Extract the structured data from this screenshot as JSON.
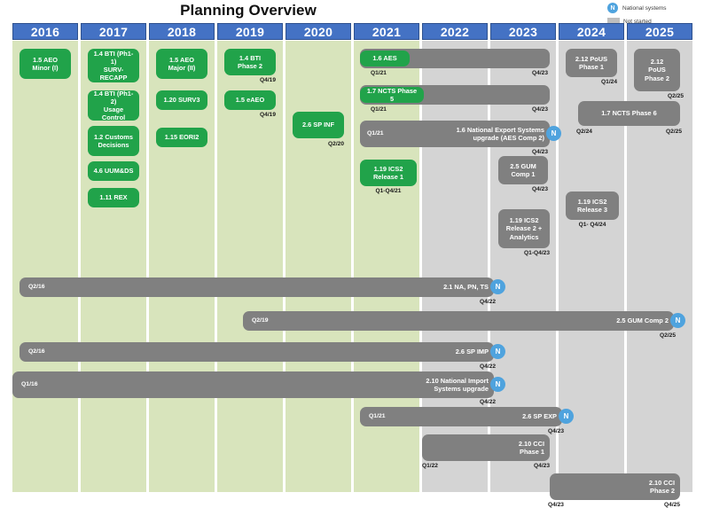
{
  "title": "Planning Overview",
  "colors": {
    "header_blue": "#4472C4",
    "green": "#21A34A",
    "grey": "#808080",
    "col_green_bg": "#D8E4BC",
    "col_grey_bg": "#D4D4D4",
    "national_blue": "#4FA3DE"
  },
  "legend": {
    "national_badge": "N",
    "national_label": "National systems",
    "notstarted_label": "Not started"
  },
  "columns": [
    {
      "year": "2016",
      "bg": "green"
    },
    {
      "year": "2017",
      "bg": "green"
    },
    {
      "year": "2018",
      "bg": "green"
    },
    {
      "year": "2019",
      "bg": "green"
    },
    {
      "year": "2020",
      "bg": "green"
    },
    {
      "year": "2021",
      "bg": "green"
    },
    {
      "year": "2022",
      "bg": "grey"
    },
    {
      "year": "2023",
      "bg": "grey"
    },
    {
      "year": "2024",
      "bg": "grey"
    },
    {
      "year": "2025",
      "bg": "grey"
    }
  ],
  "bars": [
    {
      "id": "aeo-minor",
      "label": "1.5 AEO\nMinor (I)",
      "color": "green",
      "date": "",
      "align": "ctr"
    },
    {
      "id": "bti-ph11",
      "label": "1.4 BTI (Ph1-1)\nSURV-RECAPP",
      "color": "green",
      "date": "",
      "align": "ctr"
    },
    {
      "id": "bti-ph12",
      "label": "1.4 BTI (Ph1-2)\nUsage Control",
      "color": "green",
      "date": "",
      "align": "ctr"
    },
    {
      "id": "customs-dec",
      "label": "1.2 Customs\nDecisions",
      "color": "green",
      "date": "",
      "align": "ctr"
    },
    {
      "id": "uumds",
      "label": "4.6 UUM&DS",
      "color": "green",
      "date": "",
      "align": "ctr"
    },
    {
      "id": "rex",
      "label": "1.11 REX",
      "color": "green",
      "date": "",
      "align": "ctr"
    },
    {
      "id": "aeo-major",
      "label": "1.5 AEO\nMajor (II)",
      "color": "green",
      "date": "",
      "align": "ctr"
    },
    {
      "id": "surv3",
      "label": "1.20 SURV3",
      "color": "green",
      "date": "",
      "align": "ctr"
    },
    {
      "id": "eori2",
      "label": "1.15 EORI2",
      "color": "green",
      "date": "",
      "align": "ctr"
    },
    {
      "id": "bti-ph2",
      "label": "1.4 BTI\nPhase 2",
      "color": "green",
      "date": "Q4/19",
      "align": "ctr"
    },
    {
      "id": "eaeo",
      "label": "1.5 eAEO",
      "color": "green",
      "date": "Q4/19",
      "align": "ctr"
    },
    {
      "id": "sp-inf",
      "label": "2.6 SP INF",
      "color": "green",
      "date": "Q2/20",
      "align": "ctr"
    },
    {
      "id": "aes",
      "label": "1.6 AES",
      "color": "green",
      "date": "Q1/21",
      "align": "ctr"
    },
    {
      "id": "aes-track",
      "label": "",
      "color": "grey",
      "date": "Q4/23",
      "align": "ctr"
    },
    {
      "id": "ncts-ph5",
      "label": "1.7 NCTS Phase 5",
      "color": "green",
      "date": "Q1/21",
      "align": "ctr"
    },
    {
      "id": "ncts-ph5-track",
      "label": "",
      "color": "grey",
      "date": "Q4/23",
      "align": "ctr"
    },
    {
      "id": "nat-export",
      "label": "1.6 National  Export Systems\nupgrade (AES Comp 2)",
      "color": "grey",
      "start": "Q1/21",
      "date": "Q4/23",
      "align": "rgt",
      "national": true
    },
    {
      "id": "ics2-r1",
      "label": "1.19 ICS2\nRelease  1",
      "color": "green",
      "date": "Q1-Q4/21",
      "align": "ctr"
    },
    {
      "id": "gum-comp1",
      "label": "2.5 GUM\nComp 1",
      "color": "grey",
      "date": "Q4/23",
      "align": "ctr"
    },
    {
      "id": "ics2-r2",
      "label": "1.19 ICS2\nRelease 2 +\nAnalytics",
      "color": "grey",
      "date": "Q1-Q4/23",
      "align": "ctr"
    },
    {
      "id": "ics2-r3",
      "label": "1.19 ICS2\nRelease 3",
      "color": "grey",
      "date": "Q1- Q4/24",
      "align": "ctr"
    },
    {
      "id": "pous-ph1",
      "label": "2.12 PoUS\nPhase 1",
      "color": "grey",
      "date": "Q1/24",
      "align": "ctr"
    },
    {
      "id": "pous-ph2",
      "label": "2.12\nPoUS\nPhase 2",
      "color": "grey",
      "date": "Q2/25",
      "align": "ctr"
    },
    {
      "id": "ncts-ph6",
      "label": "1.7 NCTS Phase 6",
      "color": "grey",
      "start": "Q2/24",
      "date": "Q2/25",
      "align": "ctr"
    },
    {
      "id": "na-pn-ts",
      "label": "2.1 NA, PN, TS",
      "color": "grey",
      "start": "Q2/16",
      "date": "Q4/22",
      "align": "rgt",
      "national": true
    },
    {
      "id": "gum-comp2",
      "label": "2.5 GUM Comp 2",
      "color": "grey",
      "start": "Q2/19",
      "date": "Q2/25",
      "align": "rgt",
      "national": true
    },
    {
      "id": "sp-imp",
      "label": "2.6 SP IMP",
      "color": "grey",
      "start": "Q2/16",
      "date": "Q4/22",
      "align": "rgt",
      "national": true
    },
    {
      "id": "nat-import",
      "label": "2.10 National Import\nSystems upgrade",
      "color": "grey",
      "start": "Q1/16",
      "date": "Q4/22",
      "align": "rgt",
      "national": true
    },
    {
      "id": "sp-exp",
      "label": "2.6 SP EXP",
      "color": "grey",
      "start": "Q1/21",
      "date": "Q4/23",
      "align": "rgt",
      "national": true
    },
    {
      "id": "cci-ph1",
      "label": "2.10 CCI\nPhase 1",
      "color": "grey",
      "start_caption": "Q1/22",
      "date": "Q4/23",
      "align": "rgt"
    },
    {
      "id": "cci-ph2",
      "label": "2.10 CCI\nPhase 2",
      "color": "grey",
      "start_caption": "Q4/23",
      "date": "Q4/25",
      "align": "rgt"
    }
  ],
  "chart_data": {
    "type": "bar",
    "title": "Planning Overview",
    "xlabel": "",
    "ylabel": "",
    "categories": [
      "2016",
      "2017",
      "2018",
      "2019",
      "2020",
      "2021",
      "2022",
      "2023",
      "2024",
      "2025"
    ],
    "grid": true,
    "legend_position": "top-right",
    "series": [
      {
        "name": "1.5 AEO Minor (I)",
        "start": "2016",
        "end": "2016",
        "status": "done"
      },
      {
        "name": "1.4 BTI (Ph1-1) SURV-RECAPP",
        "start": "2017",
        "end": "2017",
        "status": "done"
      },
      {
        "name": "1.4 BTI (Ph1-2) Usage Control",
        "start": "2017",
        "end": "2017",
        "status": "done"
      },
      {
        "name": "1.2 Customs Decisions",
        "start": "2017",
        "end": "2017",
        "status": "done"
      },
      {
        "name": "4.6 UUM&DS",
        "start": "2017",
        "end": "2017",
        "status": "done"
      },
      {
        "name": "1.11 REX",
        "start": "2017",
        "end": "2017",
        "status": "done"
      },
      {
        "name": "1.5 AEO Major (II)",
        "start": "2018",
        "end": "2018",
        "status": "done"
      },
      {
        "name": "1.20 SURV3",
        "start": "2018",
        "end": "2018",
        "status": "done"
      },
      {
        "name": "1.15 EORI2",
        "start": "2018",
        "end": "2018",
        "status": "done"
      },
      {
        "name": "1.4 BTI Phase 2",
        "start": "2019",
        "end": "Q4/19",
        "status": "done"
      },
      {
        "name": "1.5 eAEO",
        "start": "2019",
        "end": "Q4/19",
        "status": "done"
      },
      {
        "name": "2.6 SP INF",
        "start": "2020",
        "end": "Q2/20",
        "status": "done"
      },
      {
        "name": "1.6 AES",
        "start": "Q1/21",
        "end": "Q4/23",
        "status": "mixed"
      },
      {
        "name": "1.7 NCTS Phase 5",
        "start": "Q1/21",
        "end": "Q4/23",
        "status": "mixed"
      },
      {
        "name": "1.6 National Export Systems upgrade (AES Comp 2)",
        "start": "Q1/21",
        "end": "Q4/23",
        "status": "not-started",
        "national": true
      },
      {
        "name": "1.19 ICS2 Release 1",
        "start": "Q1/21",
        "end": "Q4/21",
        "status": "done"
      },
      {
        "name": "2.5 GUM Comp 1",
        "start": "2023",
        "end": "Q4/23",
        "status": "not-started"
      },
      {
        "name": "1.19 ICS2 Release 2 + Analytics",
        "start": "Q1/23",
        "end": "Q4/23",
        "status": "not-started"
      },
      {
        "name": "1.19 ICS2 Release 3",
        "start": "Q1/24",
        "end": "Q4/24",
        "status": "not-started"
      },
      {
        "name": "2.12 PoUS Phase 1",
        "start": "2024",
        "end": "Q1/24",
        "status": "not-started"
      },
      {
        "name": "2.12 PoUS Phase 2",
        "start": "2025",
        "end": "Q2/25",
        "status": "not-started"
      },
      {
        "name": "1.7 NCTS Phase 6",
        "start": "Q2/24",
        "end": "Q2/25",
        "status": "not-started"
      },
      {
        "name": "2.1 NA, PN, TS",
        "start": "Q2/16",
        "end": "Q4/22",
        "status": "not-started",
        "national": true
      },
      {
        "name": "2.5 GUM Comp 2",
        "start": "Q2/19",
        "end": "Q2/25",
        "status": "not-started",
        "national": true
      },
      {
        "name": "2.6 SP IMP",
        "start": "Q2/16",
        "end": "Q4/22",
        "status": "not-started",
        "national": true
      },
      {
        "name": "2.10 National Import Systems upgrade",
        "start": "Q1/16",
        "end": "Q4/22",
        "status": "not-started",
        "national": true
      },
      {
        "name": "2.6 SP EXP",
        "start": "Q1/21",
        "end": "Q4/23",
        "status": "not-started",
        "national": true
      },
      {
        "name": "2.10 CCI Phase 1",
        "start": "Q1/22",
        "end": "Q4/23",
        "status": "not-started"
      },
      {
        "name": "2.10 CCI Phase 2",
        "start": "Q4/23",
        "end": "Q4/25",
        "status": "not-started"
      }
    ]
  }
}
